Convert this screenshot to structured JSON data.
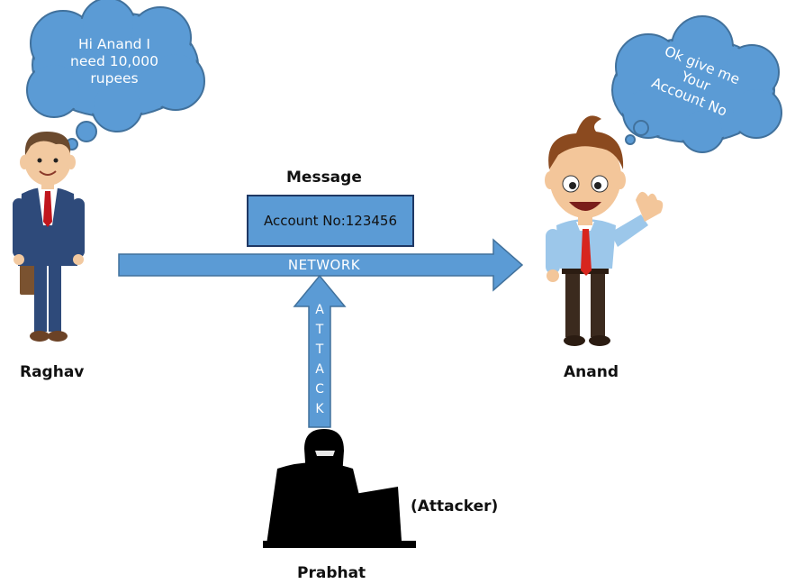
{
  "diagram": {
    "message_heading": "Message",
    "message_box": "Account No:123456",
    "network_label": "NETWORK",
    "attack_letters": [
      "A",
      "T",
      "T",
      "A",
      "C",
      "K"
    ],
    "sender": {
      "name": "Raghav",
      "speech": [
        "Hi Anand I",
        "need 10,000",
        "rupees"
      ]
    },
    "receiver": {
      "name": "Anand",
      "speech": [
        "Ok give me",
        "Your",
        "Account No"
      ]
    },
    "attacker": {
      "name": "Prabhat",
      "role": "(Attacker)"
    },
    "colors": {
      "arrow_fill": "#5b9bd5",
      "arrow_stroke": "#41719c",
      "cloud_fill": "#5b9bd5",
      "message_border": "#1f3864"
    }
  }
}
